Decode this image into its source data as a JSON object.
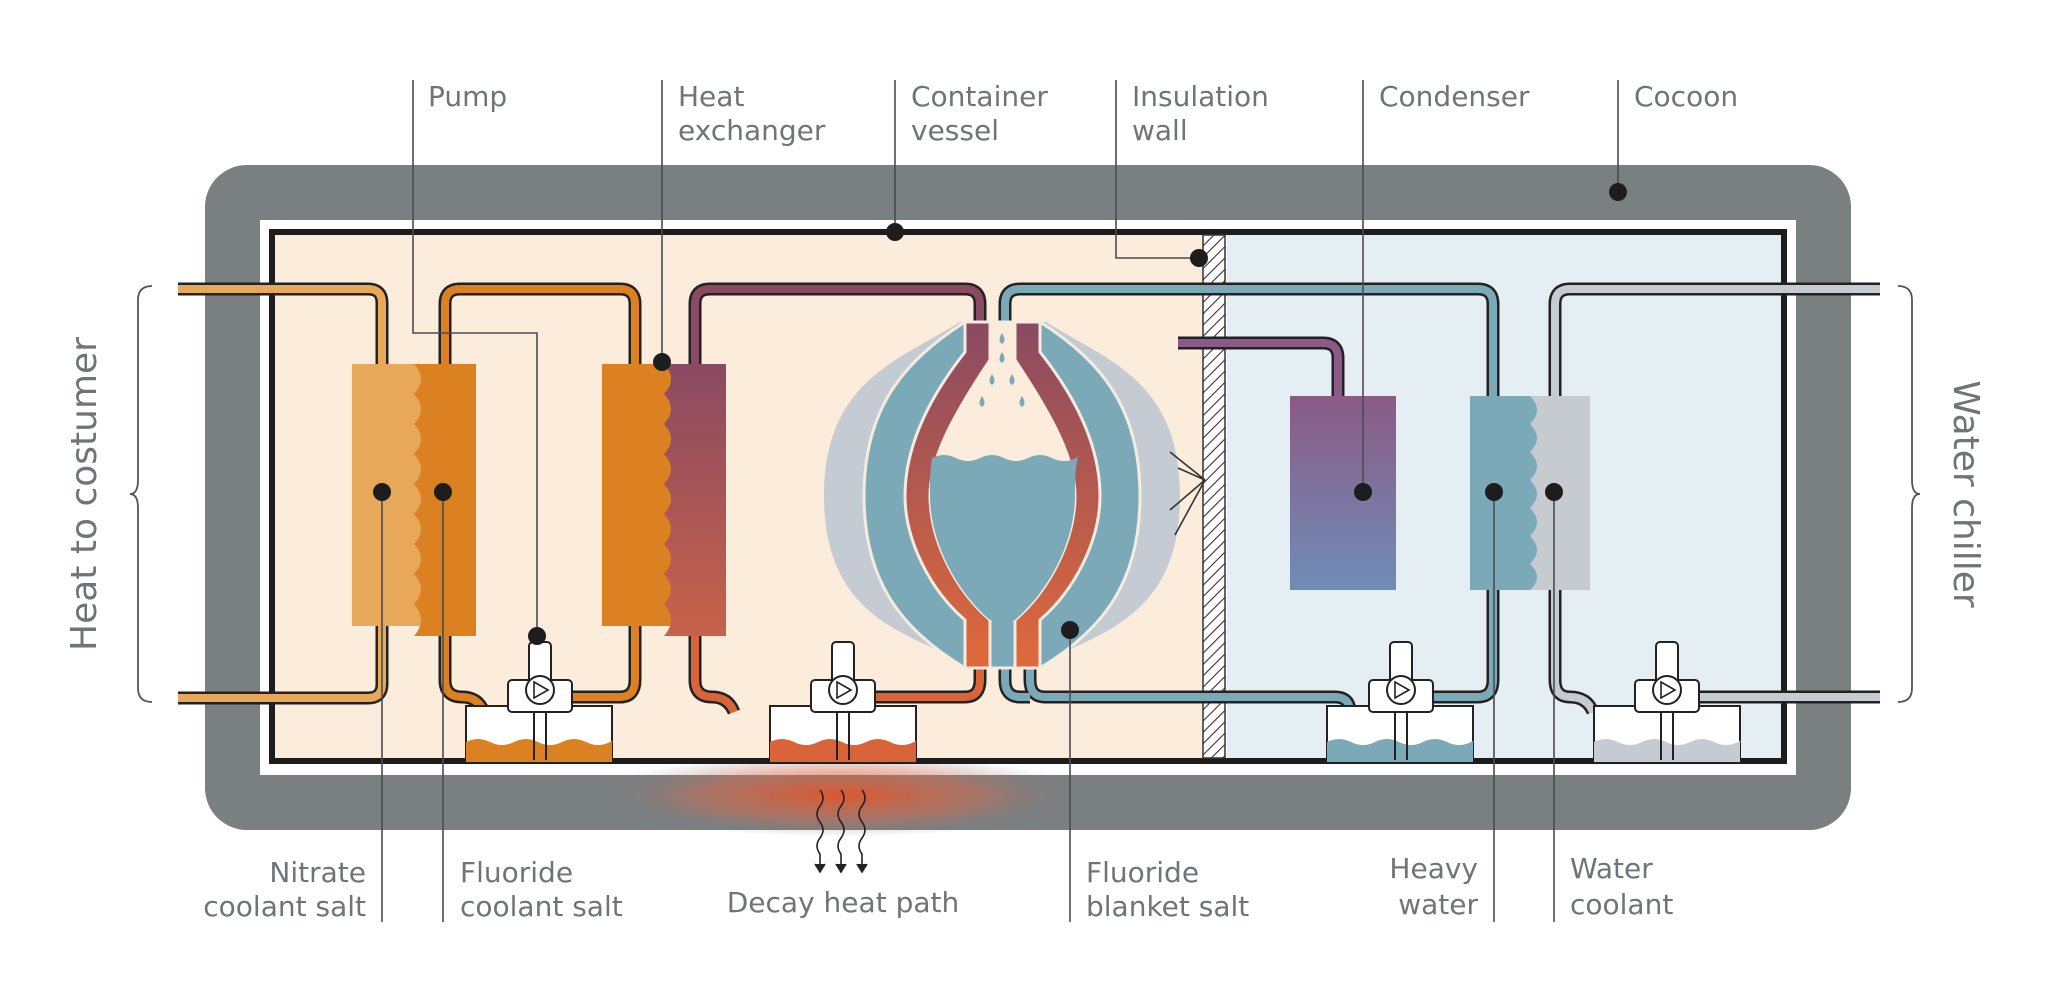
{
  "labels": {
    "top": {
      "pump": [
        "Pump"
      ],
      "heat_exchanger": [
        "Heat",
        "exchanger"
      ],
      "container_vessel": [
        "Container",
        "vessel"
      ],
      "insulation_wall": [
        "Insulation",
        "wall"
      ],
      "condenser": [
        "Condenser"
      ],
      "cocoon": [
        "Cocoon"
      ]
    },
    "bottom": {
      "nitrate_coolant_salt": [
        "Nitrate",
        "coolant salt"
      ],
      "fluoride_coolant_salt": [
        "Fluoride",
        "coolant salt"
      ],
      "decay_heat_path": [
        "Decay heat path"
      ],
      "fluoride_blanket_salt": [
        "Fluoride",
        "blanket salt"
      ],
      "heavy_water": [
        "Heavy",
        "water"
      ],
      "water_coolant": [
        "Water",
        "coolant"
      ]
    },
    "side": {
      "left": "Heat to costumer",
      "right": "Water chiller"
    }
  },
  "colors": {
    "cocoon": "#7a7f82",
    "warm_zone": "#fbecdc",
    "cold_zone": "#e5eef2",
    "nitrate_salt": "#e8a85a",
    "fluoride_coolant": "#dc8122",
    "fluoride_red": "#d9643a",
    "fuel_salt": "#8a4a62",
    "blanket_salt": "#7ca9b8",
    "blanket_outer": "#c5cbd3",
    "condenser_top": "#8b5a86",
    "condenser_bottom": "#6f8db6",
    "water_coolant": "#c6cbd2"
  }
}
